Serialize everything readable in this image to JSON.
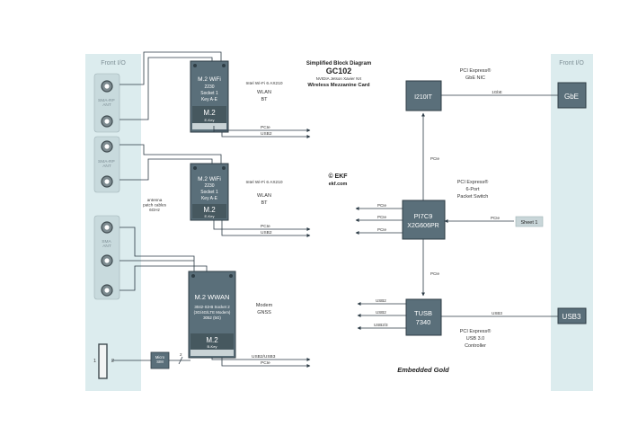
{
  "panels": {
    "left_title": "Front I/O",
    "right_title": "Front I/O",
    "ant1": "SMA-RP\nANT",
    "ant2": "SMA-RP\nANT",
    "ant3": "SMA\nANT",
    "sim_pin1": "1",
    "sim_pin2": "2"
  },
  "header": {
    "title": "Simplified Block Diagram",
    "model": "GC102",
    "subtitle": "NVIDIA Jetson Xavier NX",
    "card": "Wireless Mezzanine Card"
  },
  "wifi1": {
    "line1": "M.2 WiFi",
    "line2": "2230",
    "line3": "Socket 1",
    "line4": "Key A-E",
    "key_label": "M.2",
    "key_sub": "E-Key",
    "chip": "Intel Wi-Fi 6 AX210",
    "func1": "WLAN",
    "func2": "BT",
    "bus1": "PCIe",
    "bus2": "USB2"
  },
  "wifi2": {
    "line1": "M.2 WiFi",
    "line2": "2230",
    "line3": "Socket 1",
    "line4": "Key A-E",
    "key_label": "M.2",
    "key_sub": "E-Key",
    "chip": "Intel Wi-Fi 6 AX210",
    "func1": "WLAN",
    "func2": "BT",
    "bus1": "PCIe",
    "bus2": "USB2"
  },
  "wwan": {
    "line1": "M.2 WWAN",
    "line2": "3042-S3-B Socket 2",
    "line3": "(3G/4G/LTE Modem)",
    "line4": "3052 (5G)",
    "key_label": "M.2",
    "key_sub": "B-Key",
    "func1": "Modem",
    "func2": "GNSS",
    "bus1": "USB2/USB3",
    "bus2": "PCIe"
  },
  "antenna_note": "antenna\npatch cables\n6GHz",
  "copyright": "© EKF",
  "site": "ekf.com",
  "sim": {
    "label": "Micro\nSIM",
    "count": "2"
  },
  "i210": {
    "name": "I210IT",
    "desc1": "PCI Express®",
    "desc2": "GbE NIC",
    "link": "1GbE"
  },
  "gbe": {
    "label": "GbE"
  },
  "switch": {
    "name1": "PI7C9",
    "name2": "X2G606PR",
    "desc1": "PCI Express®",
    "desc2": "6-Port",
    "desc3": "Packet Switch",
    "pcie_up": "PCIe",
    "pcie_out": [
      "PCIe",
      "PCIe",
      "PCIe"
    ],
    "pcie_right": "PCIe",
    "pcie_down": "PCIe",
    "sheet": "Sheet 1"
  },
  "usb": {
    "name1": "TUSB",
    "name2": "7340",
    "desc1": "PCI Express®",
    "desc2": "USB 3.0",
    "desc3": "Controller",
    "out": [
      "USB2",
      "USB2",
      "USB2/3"
    ],
    "link": "USB3"
  },
  "usb3": {
    "label": "USB3"
  },
  "footer": "Embedded Gold"
}
